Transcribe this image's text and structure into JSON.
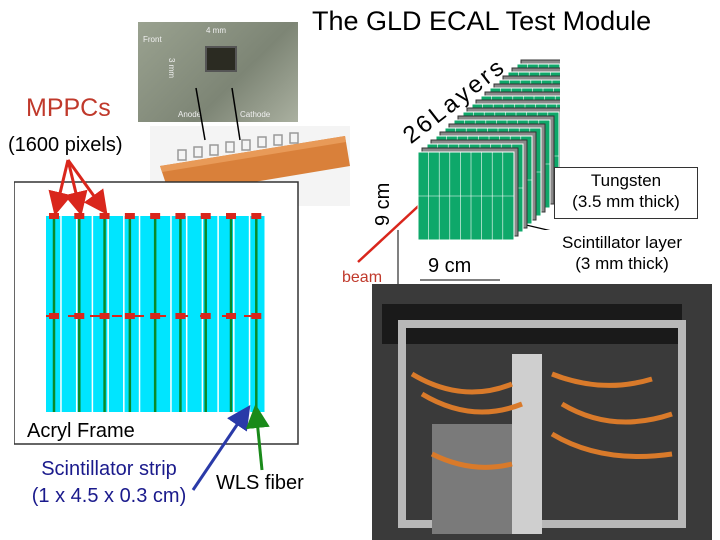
{
  "title": "The GLD ECAL Test Module",
  "mppc": {
    "label": "MPPCs",
    "pixels": "(1600 pixels)"
  },
  "chip_photo": {
    "width_label": "4 mm",
    "height_label": "3 mm",
    "front": "Front",
    "anode": "Anode",
    "cathode": "Cathode"
  },
  "stack": {
    "layers_label": "26Layers",
    "width_label": "9 cm",
    "height_label": "9 cm",
    "beam_label": "beam",
    "tungsten": [
      "Tungsten",
      "(3.5 mm thick)"
    ],
    "scint_layer": [
      "Scintillator layer",
      "(3 mm thick)"
    ]
  },
  "strips": {
    "count": 14,
    "frame_label": "Acryl Frame",
    "strip_label": [
      "Scintillator strip",
      "(1 x 4.5 x 0.3 cm)"
    ],
    "fiber_label": "WLS fiber"
  },
  "colors": {
    "strip": "#00e5ff",
    "fiber": "#0a8a2a",
    "mppc": "#d9261c",
    "arrow_red": "#d9261c",
    "arrow_blue": "#2a3aa8",
    "arrow_green": "#1a8a1a",
    "layer_fill": "#0ea86a",
    "layer_gray": "#8a8a8a"
  }
}
